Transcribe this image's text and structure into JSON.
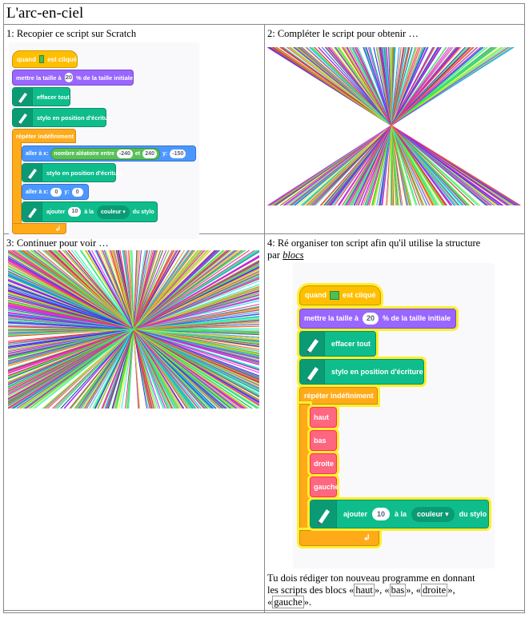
{
  "title": "L'arc-en-ciel",
  "cells": {
    "c1": "1: Recopier ce script sur Scratch",
    "c2": "2: Compléter le script pour obtenir …",
    "c3": "3: Continuer pour voir …",
    "c4_line1": "4: Ré organiser ton script afin qu'il utilise la structure",
    "c4_par": "par ",
    "c4_link": "blocs",
    "c4_desc_line1": "Tu dois rédiger ton nouveau programme en donnant",
    "c4_desc_line2_a": "les scripts des blocs «",
    "c4_desc_haut": "haut",
    "c4_desc_mid1": "», «",
    "c4_desc_bas": "bas",
    "c4_desc_mid2": "», «",
    "c4_desc_droite": "droite",
    "c4_desc_end1": "»,",
    "c4_desc_line3_a": "«",
    "c4_desc_gauche": "gauche",
    "c4_desc_end2": "»."
  },
  "script1": {
    "when": "quand",
    "clicked": "est cliqué",
    "set_size": "mettre la taille à",
    "size_value": "20",
    "size_suffix": "% de la taille initiale",
    "clear": "effacer tout",
    "pen_down": "stylo en position d'écriture",
    "forever": "répéter indéfiniment",
    "goto_x": "aller à x:",
    "random": "nombre aléatoire entre",
    "rand_min": "-240",
    "and": "et",
    "rand_max": "240",
    "y_label": "y:",
    "y_value": "-150",
    "pen_down2": "stylo en position d'écriture",
    "goto2_x": "aller à x:",
    "x2": "0",
    "y2_label": "y:",
    "y2": "0",
    "add": "ajouter",
    "add_value": "10",
    "to_the": "à la",
    "color_param": "couleur",
    "of_pen": "du stylo"
  },
  "script2": {
    "when": "quand",
    "clicked": "est cliqué",
    "set_size": "mettre la taille à",
    "size_value": "20",
    "size_suffix": "% de la taille initiale",
    "clear": "effacer tout",
    "pen_down": "stylo en position d'écriture",
    "forever": "répéter indéfiniment",
    "blocks": [
      "haut",
      "bas",
      "droite",
      "gauche"
    ],
    "add": "ajouter",
    "add_value": "10",
    "to_the": "à la",
    "color_param": "couleur",
    "of_pen": "du stylo"
  },
  "colors": {
    "events": "#ffbf00",
    "looks": "#9966ff",
    "pen": "#0fbd8c",
    "control": "#ffab19",
    "motion": "#4c97ff",
    "operators": "#59c059",
    "my_blocks": "#ff6680",
    "highlight": "#ffef2e"
  }
}
